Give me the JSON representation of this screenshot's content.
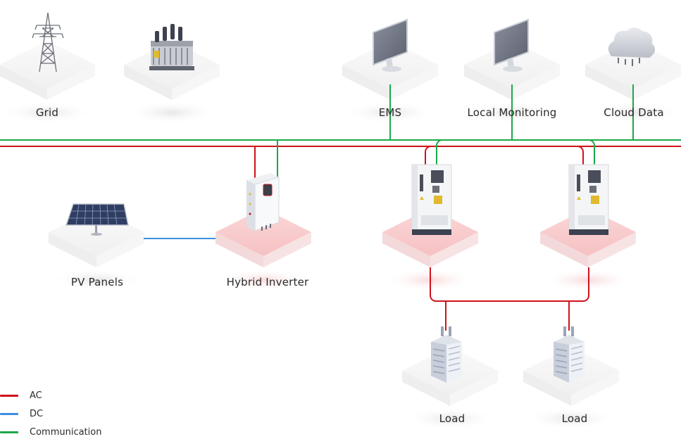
{
  "nodes": {
    "grid": "Grid",
    "transformer": "",
    "ems": "EMS",
    "local_monitoring": "Local Monitoring",
    "cloud_data": "Cloud Data",
    "pv_panels": "PV Panels",
    "hybrid_inverter": "Hybrid Inverter",
    "load_1": "Load",
    "load_2": "Load"
  },
  "legend": [
    {
      "label": "AC",
      "color": "#d0121b"
    },
    {
      "label": "DC",
      "color": "#3b8fe0"
    },
    {
      "label": "Communication",
      "color": "#1ba84a"
    }
  ],
  "colors": {
    "ac": "#d0121b",
    "dc": "#3b8fe0",
    "communication": "#1ba84a",
    "active_platform": "#f7c9cb",
    "platform": "#f2f2f2"
  },
  "icons": {
    "grid": "power-tower-icon",
    "transformer": "transformer-icon",
    "ems": "monitor-icon",
    "local_monitoring": "monitor-icon",
    "cloud_data": "cloud-icon",
    "pv_panels": "solar-panel-icon",
    "hybrid_inverter": "inverter-icon",
    "storage": "battery-cabinet-icon",
    "load": "building-icon"
  }
}
